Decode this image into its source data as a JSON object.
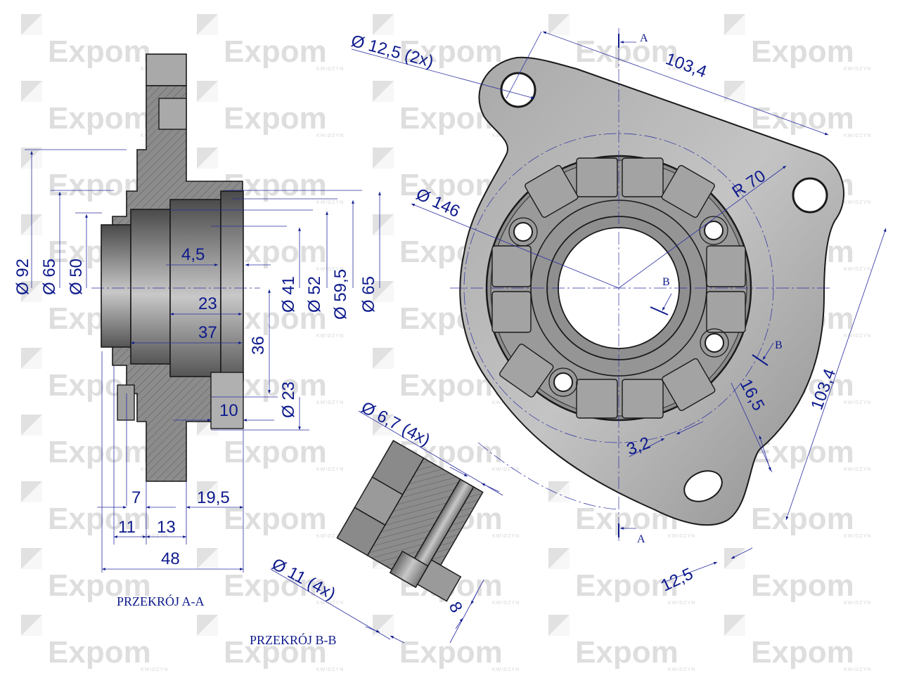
{
  "watermark": {
    "brand": "Expom",
    "sub": "KWIDZYN"
  },
  "views": {
    "section_aa": {
      "caption": "PRZEKRÓJ A-A",
      "left_diameters": [
        "Ø 92",
        "Ø 65",
        "Ø 50"
      ],
      "right_diameters": [
        "Ø 41",
        "Ø 52",
        "Ø 59,5",
        "Ø 65"
      ],
      "inner_dims": {
        "d4_5": "4,5",
        "d23": "23",
        "d37": "37",
        "d36": "36",
        "dia23": "Ø 23",
        "d10": "10"
      },
      "bottom_dims": {
        "d7": "7",
        "d19_5": "19,5",
        "d11": "11",
        "d13": "13",
        "d48": "48"
      }
    },
    "section_bb": {
      "caption": "PRZEKRÓJ B-B",
      "dia_6_7": "Ø 6,7 (4x)",
      "dia_11": "Ø 11 (4x)",
      "d8": "8"
    },
    "front_view": {
      "dia_12_5": "Ø 12,5 (2x)",
      "d103_4_top": "103,4",
      "d103_4_right": "103,4",
      "r70": "R 70",
      "dia146": "Ø 146",
      "d16_5": "16,5",
      "d3_2": "3,2",
      "d12_5": "12,5",
      "section_marks": {
        "a_top": "A",
        "a_bottom": "A",
        "b_center": "B",
        "b_right": "B"
      }
    }
  },
  "colors": {
    "dimension_blue": "#0d1a8c",
    "part_gray": "#9a9a9a",
    "watermark_gray": "#d9d9d9"
  }
}
